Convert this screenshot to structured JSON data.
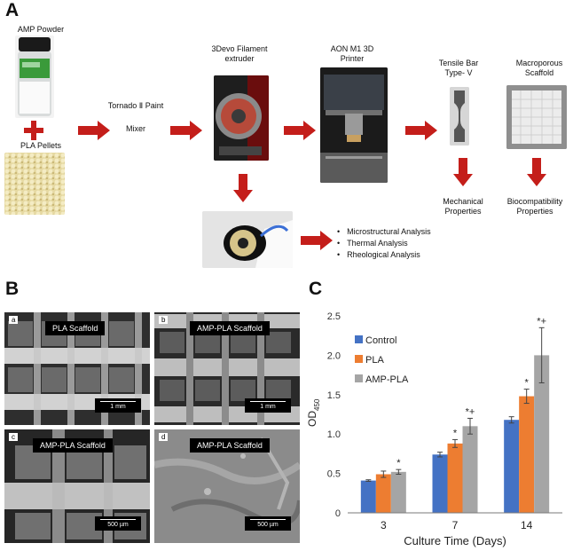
{
  "panel_a": {
    "letter": "A",
    "amp_powder": "AMP Powder",
    "pla_pellets": "PLA Pellets",
    "tornado_line1": "Tornado Ⅱ Paint",
    "tornado_line2": "Mixer",
    "extruder_line1": "3Devo Filament",
    "extruder_line2": "extruder",
    "printer_line1": "AON M1 3D",
    "printer_line2": "Printer",
    "tensile_line1": "Tensile Bar",
    "tensile_line2": "Type- V",
    "scaffold_line1": "Macroporous",
    "scaffold_line2": "Scaffold",
    "mech_line1": "Mechanical",
    "mech_line2": "Properties",
    "bio_line1": "Biocompatibility",
    "bio_line2": "Properties",
    "analyses": [
      "Microstructural Analysis",
      "Thermal Analysis",
      "Rheological Analysis"
    ],
    "arrow_color": "#c41e1a"
  },
  "panel_b": {
    "letter": "B",
    "images": [
      {
        "corner": "a",
        "tag": "PLA Scaffold",
        "scale": "1 mm"
      },
      {
        "corner": "b",
        "tag": "AMP-PLA Scaffold",
        "scale": "1 mm"
      },
      {
        "corner": "c",
        "tag": "AMP-PLA Scaffold",
        "scale": "500 µm"
      },
      {
        "corner": "d",
        "tag": "AMP-PLA Scaffold",
        "scale": "500 µm"
      }
    ]
  },
  "panel_c": {
    "letter": "C",
    "chart_data": {
      "type": "bar",
      "categories": [
        "3",
        "7",
        "14"
      ],
      "xlabel": "Culture Time (Days)",
      "ylabel": "OD450",
      "ylabel_main": "OD",
      "ylabel_sub": "450",
      "ylim": [
        0,
        2.5
      ],
      "yticks": [
        "0",
        "0.5",
        "1.0",
        "1.5",
        "2.0",
        "2.5"
      ],
      "yticks_values": [
        0,
        0.5,
        1.0,
        1.5,
        2.0,
        2.5
      ],
      "legend_position": "top-left",
      "grid": false,
      "series": [
        {
          "name": "Control",
          "color": "#4472c4",
          "values": [
            0.41,
            0.74,
            1.18
          ],
          "errors": [
            0.01,
            0.03,
            0.04
          ],
          "marks": [
            "",
            "",
            ""
          ]
        },
        {
          "name": "PLA",
          "color": "#ed7d31",
          "values": [
            0.49,
            0.88,
            1.48
          ],
          "errors": [
            0.04,
            0.05,
            0.09
          ],
          "marks": [
            "",
            "*",
            "*"
          ]
        },
        {
          "name": "AMP-PLA",
          "color": "#a5a5a5",
          "values": [
            0.52,
            1.1,
            2.0
          ],
          "errors": [
            0.03,
            0.1,
            0.35
          ],
          "marks": [
            "*",
            "*+",
            "*+"
          ]
        }
      ]
    }
  }
}
